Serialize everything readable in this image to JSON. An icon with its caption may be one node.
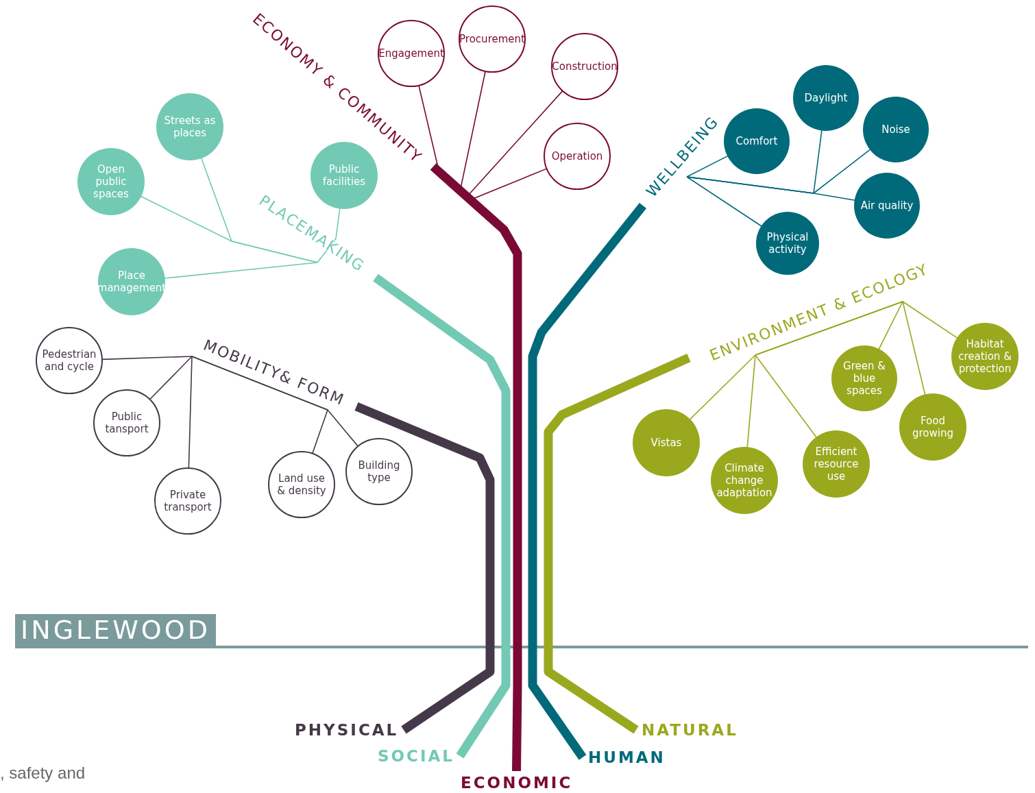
{
  "diagram": {
    "nodes": [
      {
        "text": [
          "ECONOMY & COMMUNITY"
        ]
      },
      {
        "text": [
          "Engagement"
        ]
      },
      {
        "text": [
          "Procurement"
        ]
      },
      {
        "text": [
          "Construction"
        ]
      },
      {
        "text": [
          "Operation"
        ]
      },
      {
        "text": [
          "WELLBEING"
        ]
      },
      {
        "text": [
          "Daylight"
        ]
      },
      {
        "text": [
          "Comfort"
        ]
      },
      {
        "text": [
          "Noise"
        ]
      },
      {
        "text": [
          "Air quality"
        ]
      },
      {
        "text": [
          "Physical activity"
        ]
      },
      {
        "text": [
          "PLACEMAKING"
        ]
      },
      {
        "text": [
          "Streets as places"
        ]
      },
      {
        "text": [
          "Open public spaces"
        ]
      },
      {
        "text": [
          "Public facilities"
        ]
      },
      {
        "text": [
          "Place management"
        ]
      },
      {
        "text": [
          "MOBILITY& FORM"
        ]
      },
      {
        "text": [
          "Pedestrian and cycle"
        ]
      },
      {
        "text": [
          "Public tansport"
        ]
      },
      {
        "text": [
          "Private transport"
        ]
      },
      {
        "text": [
          "Land use & density"
        ]
      },
      {
        "text": [
          "Building type"
        ]
      },
      {
        "text": [
          "ENVIRONMENT & ECOLOGY"
        ]
      },
      {
        "text": [
          "Green & blue spaces"
        ]
      },
      {
        "text": [
          "Habitat creation & protection"
        ]
      },
      {
        "text": [
          "Food growing"
        ]
      },
      {
        "text": [
          "Vistas"
        ]
      },
      {
        "text": [
          "Climate change adaptation"
        ]
      },
      {
        "text": [
          "Efficient resource use"
        ]
      },
      {
        "text": [
          "PHYSICAL"
        ]
      },
      {
        "text": [
          "SOCIAL"
        ]
      },
      {
        "text": [
          "ECONOMIC"
        ]
      },
      {
        "text": [
          "HUMAN"
        ]
      },
      {
        "text": [
          "NATURAL"
        ]
      }
    ],
    "edges": [
      {
        "from": 29,
        "to": 16,
        "arrow": "none",
        "style": "thick",
        "color": "#453848"
      },
      {
        "from": 30,
        "to": 11,
        "arrow": "none",
        "style": "thick",
        "color": "#72c9b4"
      },
      {
        "from": 31,
        "to": 0,
        "arrow": "none",
        "style": "thick",
        "color": "#7a0a35"
      },
      {
        "from": 32,
        "to": 5,
        "arrow": "none",
        "style": "thick",
        "color": "#006a7a"
      },
      {
        "from": 33,
        "to": 22,
        "arrow": "none",
        "style": "thick",
        "color": "#9aa81e"
      },
      {
        "from": 0,
        "to": 1,
        "arrow": "none",
        "color": "#7a0a35"
      },
      {
        "from": 0,
        "to": 2,
        "arrow": "none",
        "color": "#7a0a35"
      },
      {
        "from": 0,
        "to": 3,
        "arrow": "none",
        "color": "#7a0a35"
      },
      {
        "from": 0,
        "to": 4,
        "arrow": "none",
        "color": "#7a0a35"
      },
      {
        "from": 5,
        "to": 6,
        "arrow": "none",
        "color": "#006a7a"
      },
      {
        "from": 5,
        "to": 7,
        "arrow": "none",
        "color": "#006a7a"
      },
      {
        "from": 5,
        "to": 8,
        "arrow": "none",
        "color": "#006a7a"
      },
      {
        "from": 5,
        "to": 9,
        "arrow": "none",
        "color": "#006a7a"
      },
      {
        "from": 5,
        "to": 10,
        "arrow": "none",
        "color": "#006a7a"
      },
      {
        "from": 11,
        "to": 12,
        "arrow": "none",
        "color": "#72c9b4"
      },
      {
        "from": 11,
        "to": 13,
        "arrow": "none",
        "color": "#72c9b4"
      },
      {
        "from": 11,
        "to": 14,
        "arrow": "none",
        "color": "#72c9b4"
      },
      {
        "from": 11,
        "to": 15,
        "arrow": "none",
        "color": "#72c9b4"
      },
      {
        "from": 16,
        "to": 17,
        "arrow": "none",
        "color": "#453848"
      },
      {
        "from": 16,
        "to": 18,
        "arrow": "none",
        "color": "#453848"
      },
      {
        "from": 16,
        "to": 19,
        "arrow": "none",
        "color": "#453848"
      },
      {
        "from": 16,
        "to": 20,
        "arrow": "none",
        "color": "#453848"
      },
      {
        "from": 16,
        "to": 21,
        "arrow": "none",
        "color": "#453848"
      },
      {
        "from": 22,
        "to": 23,
        "arrow": "none",
        "color": "#9aa81e"
      },
      {
        "from": 22,
        "to": 24,
        "arrow": "none",
        "color": "#9aa81e"
      },
      {
        "from": 22,
        "to": 25,
        "arrow": "none",
        "color": "#9aa81e"
      },
      {
        "from": 22,
        "to": 26,
        "arrow": "none",
        "color": "#9aa81e"
      },
      {
        "from": 22,
        "to": 27,
        "arrow": "none",
        "color": "#9aa81e"
      },
      {
        "from": 22,
        "to": 28,
        "arrow": "none",
        "color": "#9aa81e"
      }
    ],
    "labels": [
      "INGLEWOOD",
      ", safety and"
    ]
  }
}
